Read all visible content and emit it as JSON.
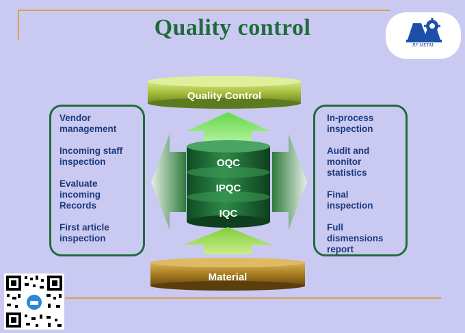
{
  "title": "Quality control",
  "logo": {
    "text": "RF METAL"
  },
  "top_disc": {
    "label": "Quality Control"
  },
  "bottom_disc": {
    "label": "Material"
  },
  "stack": {
    "levels": [
      "OQC",
      "IPQC",
      "IQC"
    ]
  },
  "left_panel": {
    "items": [
      "Vendor\nmanagement",
      "Incoming staff\ninspection",
      "Evaluate\nincoming\nRecords",
      "First article\ninspection"
    ]
  },
  "right_panel": {
    "items": [
      "In-process\ninspection",
      "Audit and\nmonitor\nstatistics",
      "Final\ninspection",
      "Full\ndismensions\nreport"
    ]
  },
  "colors": {
    "background": "#c9c9f1",
    "title": "#1f6b3a",
    "panel_text": "#1c3a7c",
    "accent_rule": "#d8a24a"
  }
}
